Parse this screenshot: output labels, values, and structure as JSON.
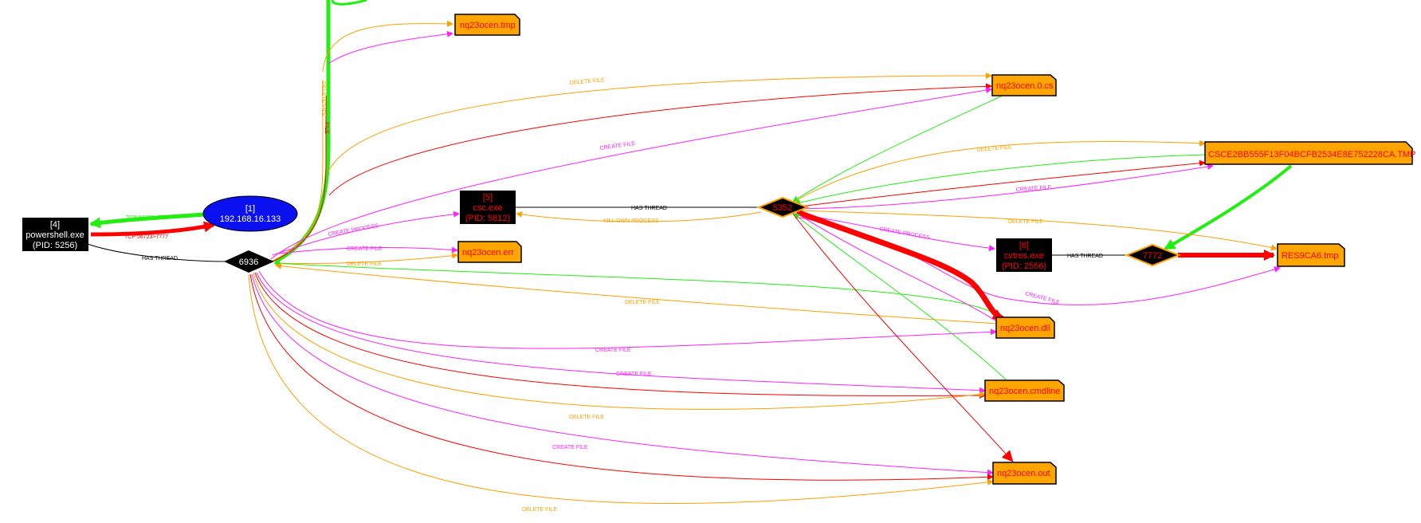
{
  "colors": {
    "green": "#22ee11",
    "red": "#ff0000",
    "magenta": "#ff22ff",
    "orange": "#ffa000",
    "file_fill": "#ffa500",
    "black": "#000000",
    "ip_fill": "#0a10ee"
  },
  "nodes": {
    "powershell": [
      "[4]",
      "powershell.exe",
      "(PID: 5256)"
    ],
    "ip": [
      "[1]",
      "192.168.16.133"
    ],
    "t6936": "6936",
    "csc": [
      "[5]",
      "csc.exe",
      "(PID: 5812)"
    ],
    "t5352": "5352",
    "cvtres": [
      "[6]",
      "cvtres.exe",
      "(PID: 2556)"
    ],
    "t7772": "7772",
    "f_tmp": "nq23ocen.tmp",
    "f_0cs": "nq23ocen.0.cs",
    "f_err": "nq23ocen.err",
    "f_dll": "nq23ocen.dll",
    "f_cmdline": "nq23ocen.cmdline",
    "f_out": "nq23ocen.out",
    "f_csce": "CSCE2BB555F13F04BCFB2534E8E752228CA.TMP",
    "f_res": "RES9CA6.tmp"
  },
  "edge_labels": {
    "tcp_green": "TCP:56723>7777",
    "tcp_red": "TCP:56723>7777",
    "has_thread_ps": "HAS THREAD",
    "has_thread_csc": "HAS THREAD",
    "has_thread_cvtres": "HAS THREAD",
    "create_process_csc": "CREATE PROCESS",
    "kill_own_process": "KILL OWN PROCESS",
    "create_process_cvtres": "CREATE PROCESS",
    "create_file_err": "CREATE FILE",
    "delete_file_err": "DELETE FILE",
    "delete_file_0cs": "DELETE FILE",
    "create_file_0cs": "CREATE FILE",
    "delete_file_dll": "DELETE FILE",
    "create_file_dll": "CREATE FILE",
    "create_file_cmdline": "CREATE FILE",
    "delete_file_cmdline": "DELETE FILE",
    "create_file_out": "CREATE FILE",
    "delete_file_out": "DELETE FILE",
    "delete_file_csce": "DELETE FILE",
    "create_file_csce": "CREATE FILE",
    "delete_file_res": "DELETE FILE",
    "create_file_res": "CREATE FILE",
    "vertical_delete": "DELETE FILE",
    "vertical_other": "FILE"
  }
}
